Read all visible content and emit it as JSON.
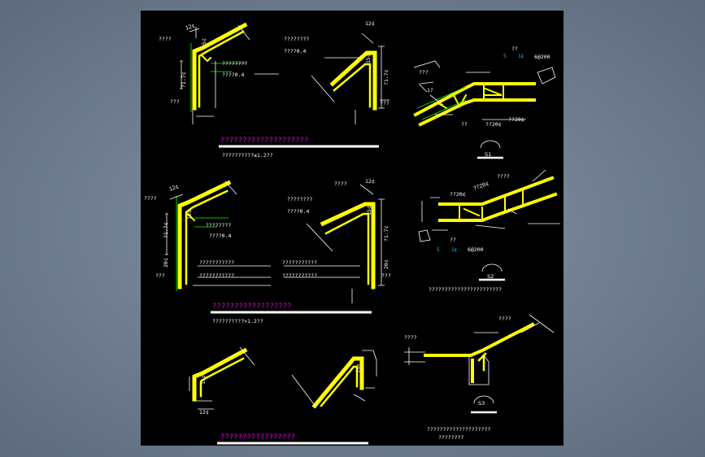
{
  "sheet": {
    "top": {
      "left": {
        "label_top": "????",
        "dim_12": "12¢",
        "dim_15": "15¢",
        "dim_17": "?1.7¢",
        "note1": "????????",
        "note2": "????0.4",
        "base": "???"
      },
      "mid": {
        "note1": "????????",
        "note2": "????0.4",
        "dim_12": "12¢",
        "dim_15": "15¢",
        "dim_17": "?1.7¢",
        "base": "???"
      },
      "title": "????????????????????",
      "subtitle": "??????????≤1.2??"
    },
    "middle": {
      "left": {
        "label_top": "????",
        "dim_12": "12¢",
        "dim_15": "15¢",
        "dim_17": "?1.7¢",
        "dim_20": "20¢",
        "note1": "????????",
        "note2": "????0.4",
        "base": "???",
        "dim1": "???????????",
        "dim2": "???????????"
      },
      "mid": {
        "label_top": "????",
        "note1": "????????",
        "note2": "????0.4",
        "dim_12": "12¢",
        "dim_15": "15¢",
        "dim_17": "?1.7¢",
        "dim_20": "20¢",
        "base": "???",
        "dim1": "???????????",
        "dim2": "???????????"
      },
      "title": "??????????????????",
      "subtitle": "??????????>1.2??"
    },
    "bottom": {
      "dim_12": "12¢",
      "dim_15a": "15¢",
      "dim_15b": "15¢",
      "title": "?????????????????"
    },
    "section1": {
      "label": "S1",
      "note_top": "??",
      "rebar_a": "5",
      "rebar_b": "1¢",
      "rebar_spacing": "6@200",
      "note_left": "???",
      "note_1": "1?",
      "note_2": "??",
      "bar1": "??20¢",
      "bar2": "??20¢"
    },
    "section2": {
      "label": "S2",
      "note_top": "????",
      "bar1": "??20¢",
      "bar2": "??20¢",
      "rebar_a": "5",
      "rebar_b": "1¢",
      "rebar_spacing": "6@200",
      "note_1": "??",
      "caption": "???????????????????????"
    },
    "section3": {
      "label": "S3",
      "note_top": "????",
      "note_left": "????",
      "caption1": "????????????????????",
      "caption2": "????????"
    }
  }
}
